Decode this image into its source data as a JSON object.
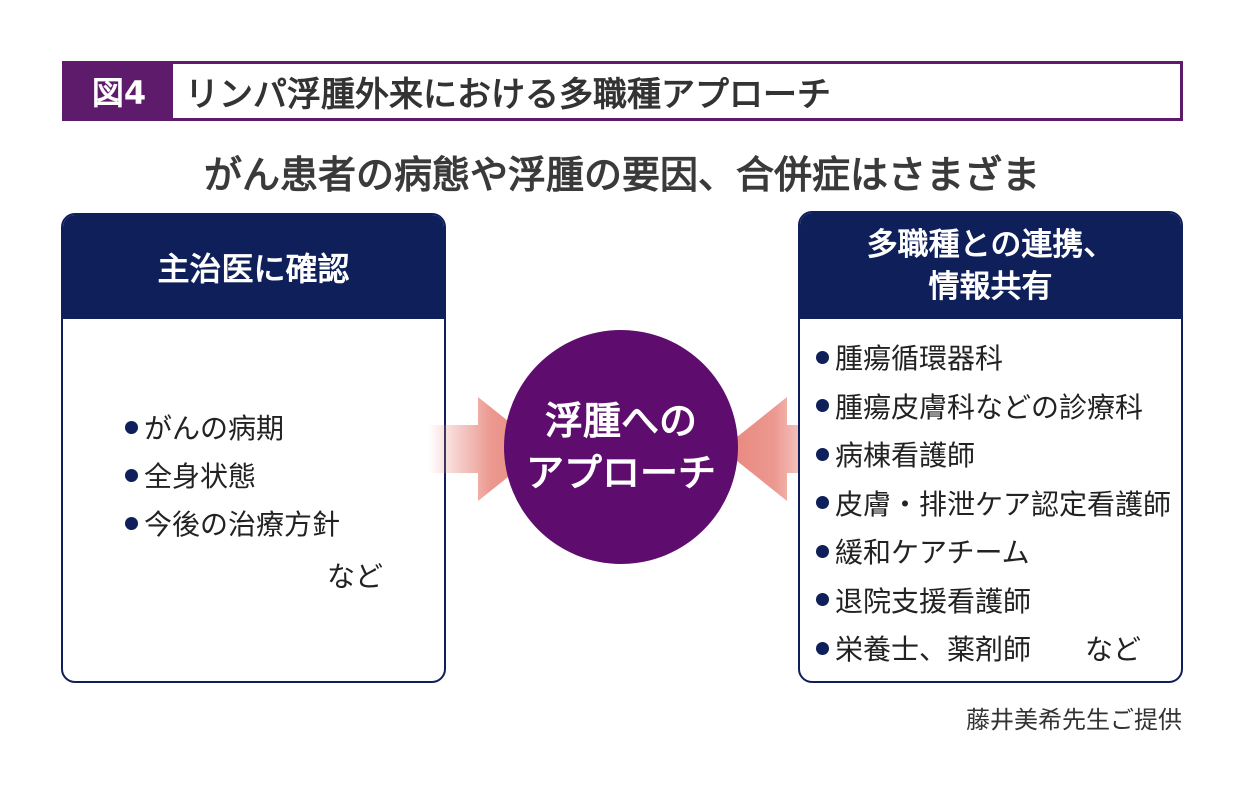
{
  "header": {
    "figure_label": "図4",
    "title": "リンパ浮腫外来における多職種アプローチ"
  },
  "subtitle": "がん患者の病態や浮腫の要因、合併症はさまざま",
  "left_box": {
    "heading": "主治医に確認",
    "items": [
      "がんの病期",
      "全身状態",
      "今後の治療方針"
    ],
    "etc": "など"
  },
  "center": {
    "line1": "浮腫への",
    "line2": "アプローチ"
  },
  "right_box": {
    "heading_line1": "多職種との連携、",
    "heading_line2": "情報共有",
    "items": [
      "腫瘍循環器科",
      "腫瘍皮膚科などの診療科",
      "病棟看護師",
      "皮膚・排泄ケア認定看護師",
      "緩和ケアチーム",
      "退院支援看護師",
      "栄養士、薬剤師"
    ],
    "etc": "など"
  },
  "credit": "藤井美希先生ご提供",
  "colors": {
    "purple": "#5e1a6b",
    "navy": "#0e1f5a",
    "arrow": "#e8867c"
  }
}
